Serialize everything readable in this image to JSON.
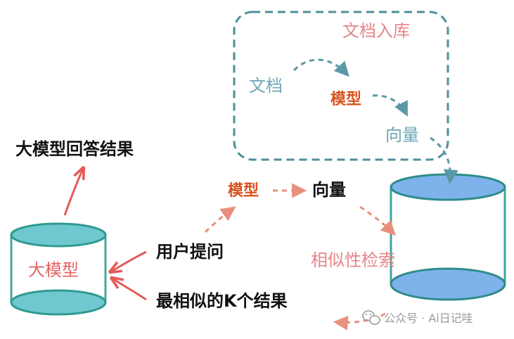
{
  "labels": {
    "doc_ingest_title": "文档入库",
    "doc": "文档",
    "model_top": "模型",
    "vector_top": "向量",
    "llm_answer": "大模型回答结果",
    "model_mid": "模型",
    "vector_mid": "向量",
    "user_question": "用户提问",
    "similarity_search": "相似性检索",
    "top_k": "最相似的K个结果",
    "llm_db": "大模型"
  },
  "watermark": {
    "icon": "wechat-icon",
    "text": "公众号 · Ai日记哇"
  },
  "colors": {
    "teal_dashed": "#4e8f9a",
    "pink": "#e6868a",
    "orange": "#d9531e",
    "red_arrow": "#e45a5a",
    "llm_cylinder": "#6fc7cf",
    "vector_db_cylinder": "#7db3ea"
  }
}
